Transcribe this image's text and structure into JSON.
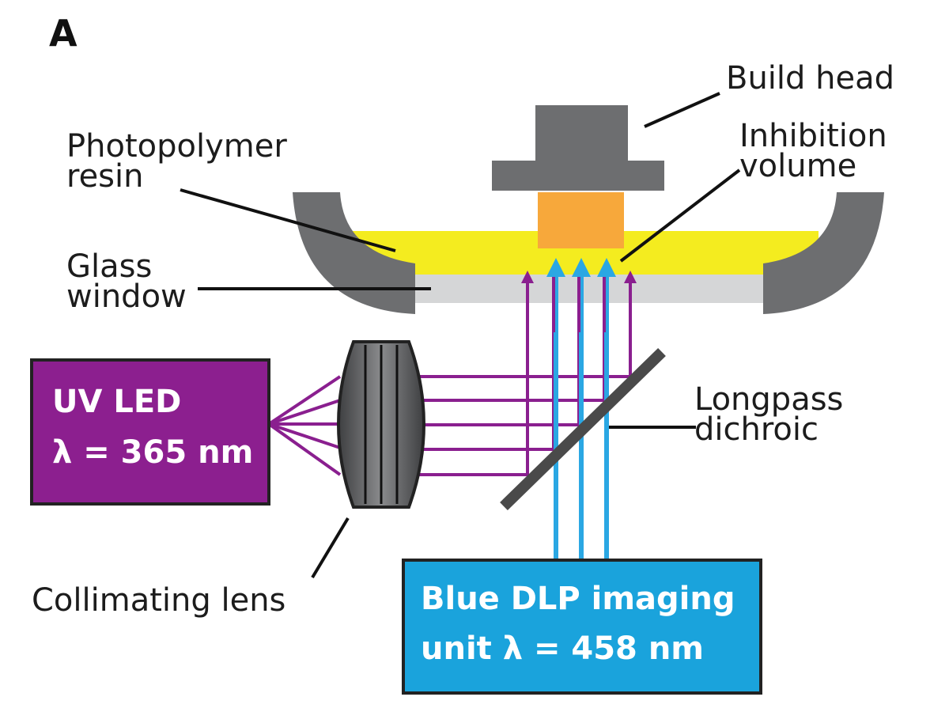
{
  "panel_letter": "A",
  "labels": {
    "build_head": "Build head",
    "inhibition_1": "Inhibition",
    "inhibition_2": "volume",
    "resin_1": "Photopolymer",
    "resin_2": "resin",
    "glass_1": "Glass",
    "glass_2": "window",
    "longpass_1": "Longpass",
    "longpass_2": "dichroic",
    "lens": "Collimating lens"
  },
  "uv_led": {
    "line1": "UV LED",
    "line2": "λ = 365 nm"
  },
  "blue_dlp": {
    "line1": "Blue DLP imaging",
    "line2": "unit λ = 458 nm"
  },
  "colors": {
    "vat": "#6d6e70",
    "build_head": "#6d6e70",
    "resin": "#f4ec1f",
    "glass": "#d5d6d7",
    "inhibition": "#f7a83b",
    "uv_led_box": "#8c1f8f",
    "blue_dlp_box": "#1aa3dc",
    "uv_ray": "#8a1f8f",
    "blue_ray": "#2aa7e3",
    "lens": "#5a5b5d",
    "dichroic": "#4a4a4a"
  }
}
